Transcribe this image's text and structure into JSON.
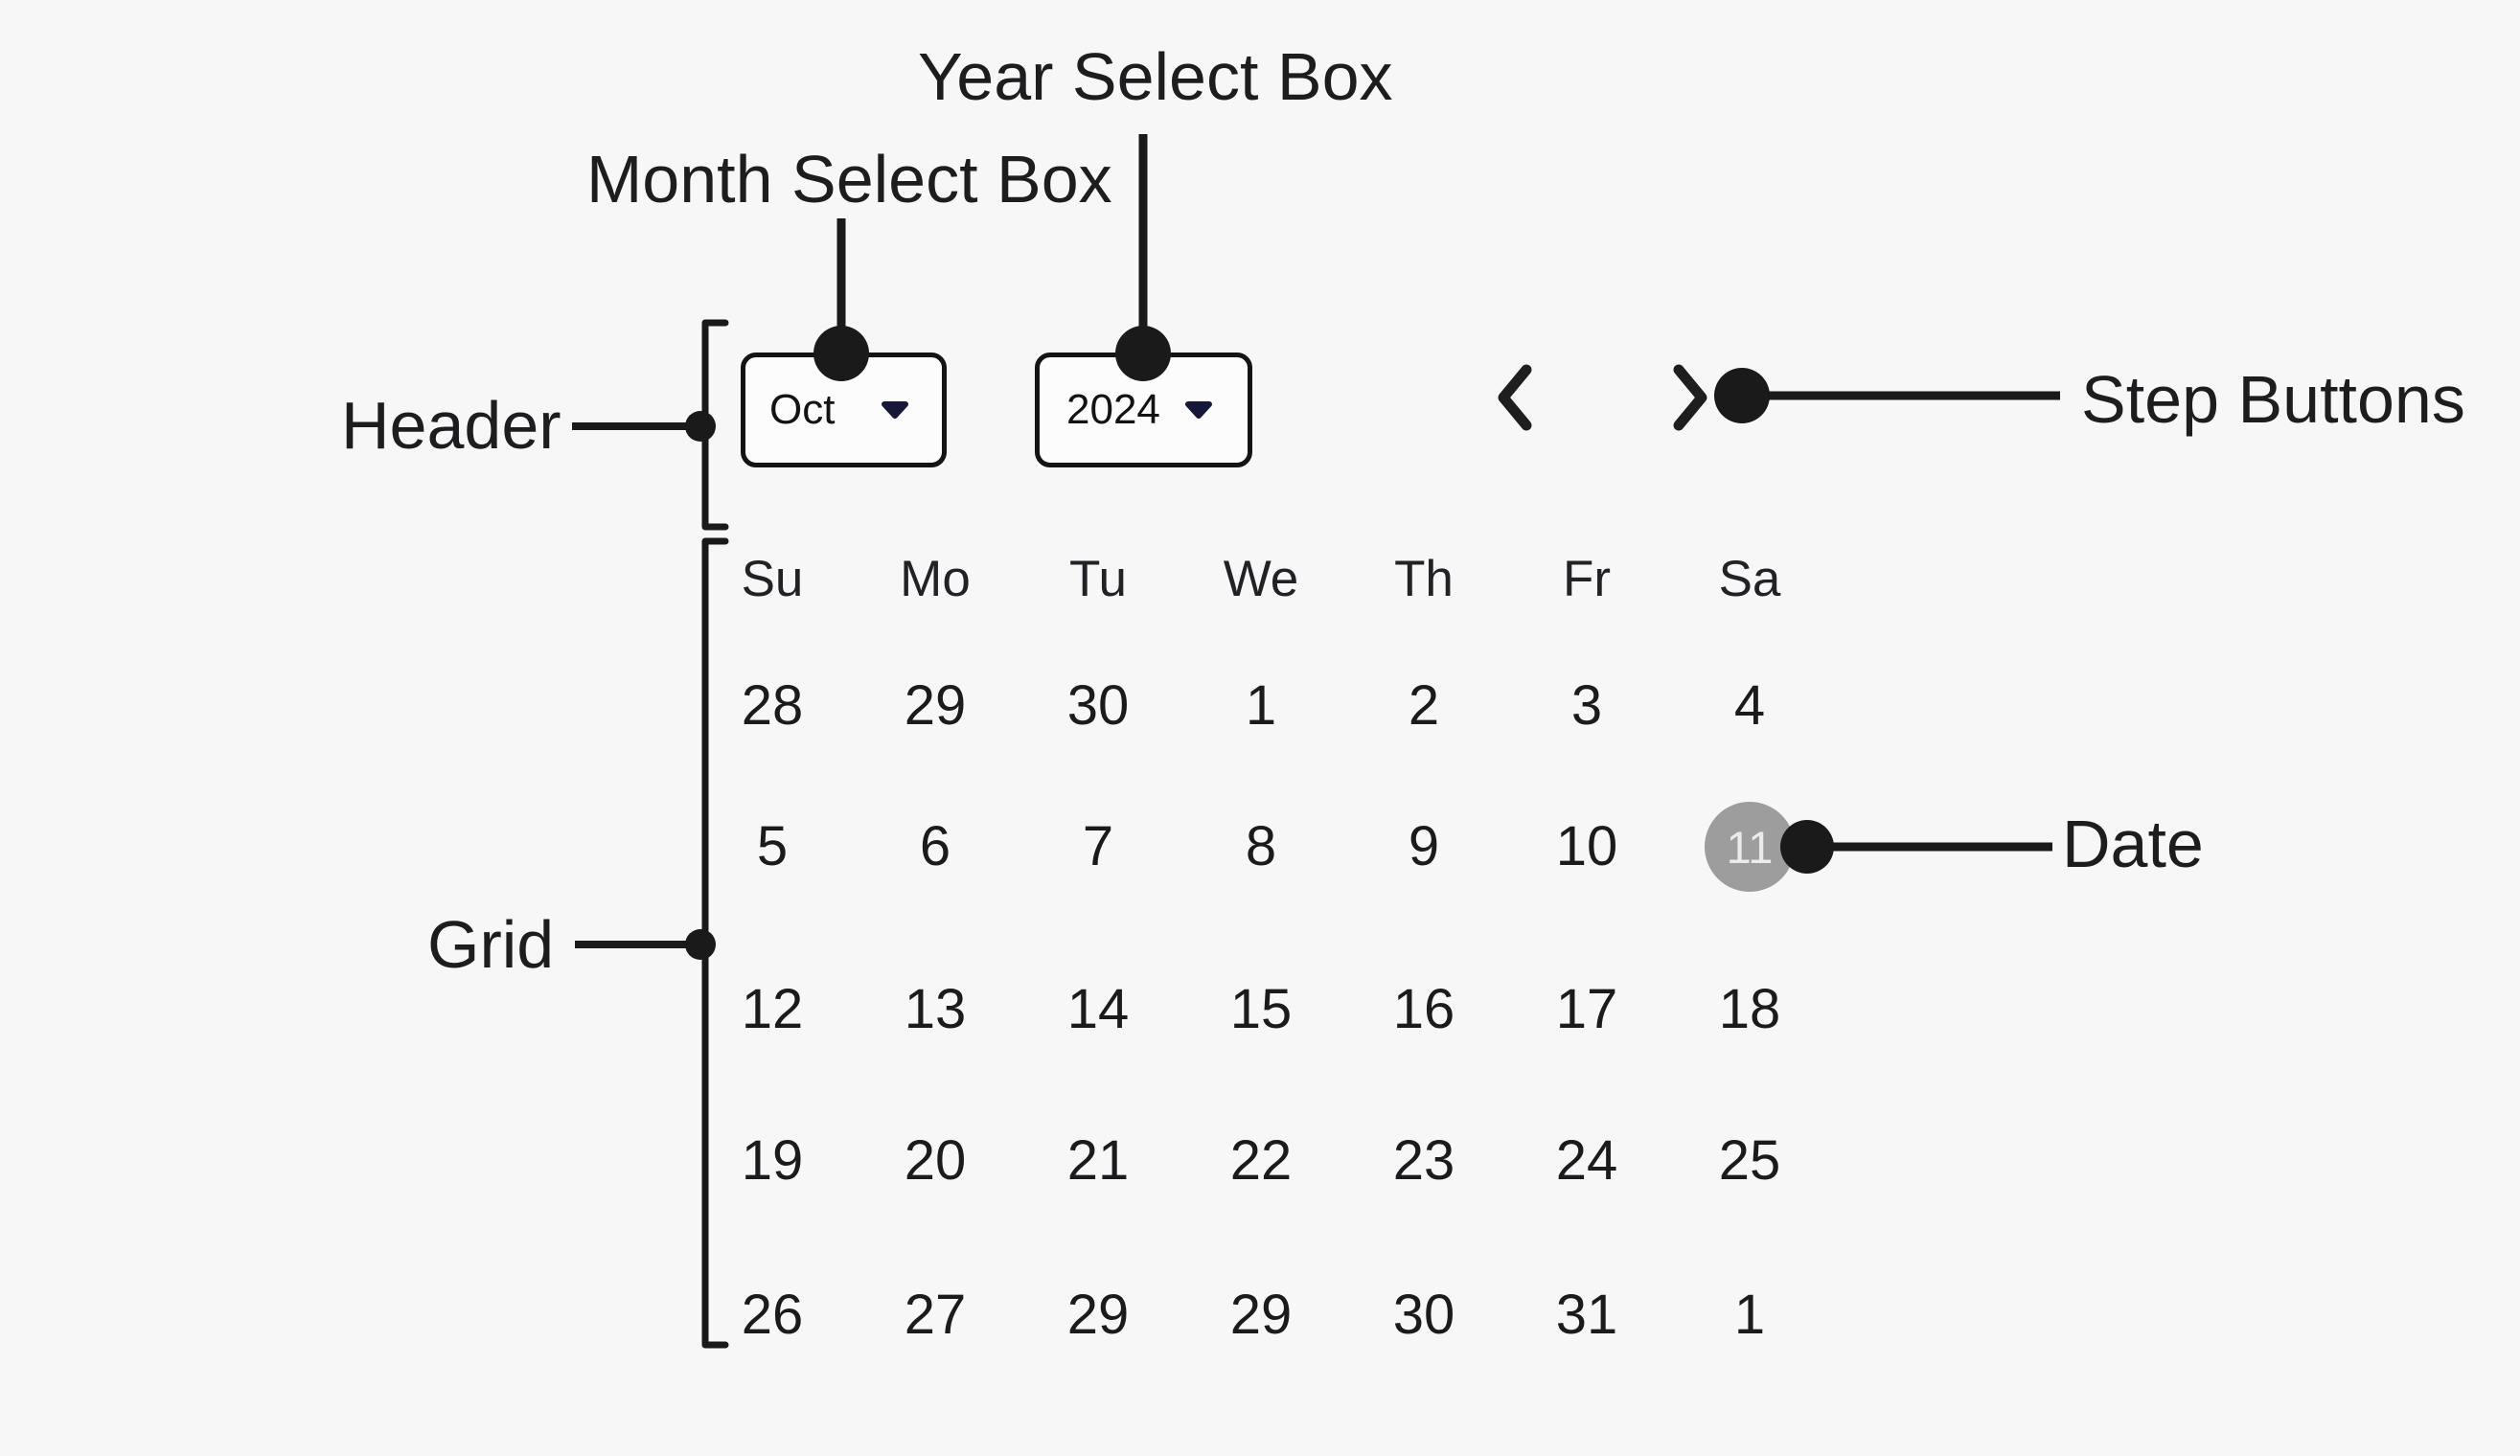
{
  "annotations": {
    "year_select_label": "Year Select Box",
    "month_select_label": "Month Select Box",
    "header_label": "Header",
    "grid_label": "Grid",
    "step_buttons_label": "Step Buttons",
    "date_label": "Date"
  },
  "calendar": {
    "month": "Oct",
    "year": "2024",
    "weekdays": [
      "Su",
      "Mo",
      "Tu",
      "We",
      "Th",
      "Fr",
      "Sa"
    ],
    "weeks": [
      [
        "28",
        "29",
        "30",
        "1",
        "2",
        "3",
        "4"
      ],
      [
        "5",
        "6",
        "7",
        "8",
        "9",
        "10",
        "11"
      ],
      [
        "12",
        "13",
        "14",
        "15",
        "16",
        "17",
        "18"
      ],
      [
        "19",
        "20",
        "21",
        "22",
        "23",
        "24",
        "25"
      ],
      [
        "26",
        "27",
        "29",
        "29",
        "30",
        "31",
        "1"
      ]
    ],
    "selected_day": "11"
  },
  "icons": {
    "month_dropdown": "triangle-down",
    "year_dropdown": "triangle-down",
    "prev_step": "chevron-left",
    "next_step": "chevron-right"
  },
  "colors": {
    "background": "#f7f7f8",
    "ink": "#1d1d1f",
    "box_border": "#141414",
    "dropdown_triangle": "#17173a",
    "selected_day_bg": "#9d9d9d",
    "selected_day_text": "#ebebeb",
    "callout": "#1a1a1a"
  }
}
